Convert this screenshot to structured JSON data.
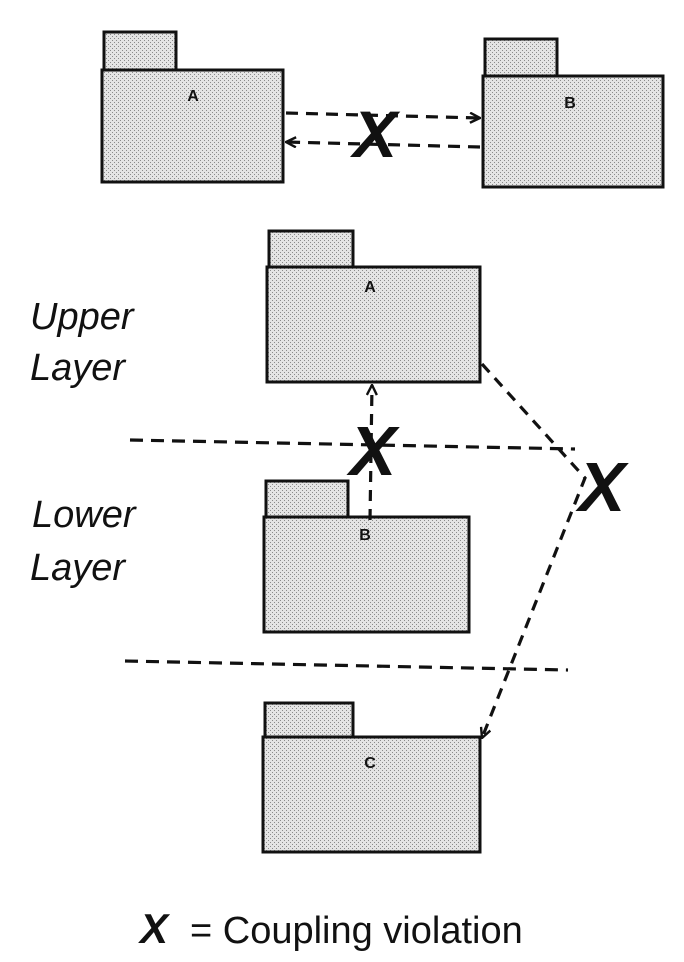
{
  "colors": {
    "ink": "#111111",
    "package_fill": "#d9d9d9"
  },
  "top_pair": {
    "package_a": "A",
    "package_b": "B",
    "violation_mark": "X"
  },
  "layers": {
    "upper_line1": "Upper",
    "upper_line2": "Layer",
    "lower_line1": "Lower",
    "lower_line2": "Layer"
  },
  "layered": {
    "package_a": "A",
    "package_b": "B",
    "package_c": "C",
    "violation_mark_1": "X",
    "violation_mark_2": "X"
  },
  "legend": {
    "symbol": "X",
    "text": "= Coupling violation"
  }
}
